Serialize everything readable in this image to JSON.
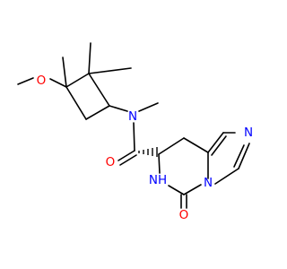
{
  "molecule": {
    "atoms": {
      "o_methoxy": {
        "label": "O",
        "color": "#FF0000"
      },
      "n_amide": {
        "label": "N",
        "color": "#0000FF"
      },
      "o_carbonyl": {
        "label": "O",
        "color": "#FF0000"
      },
      "nh_ring": {
        "label": "NH",
        "color": "#0000FF"
      },
      "n_fused": {
        "label": "N",
        "color": "#0000FF"
      },
      "n_imidazole": {
        "label": "N",
        "color": "#0000FF"
      },
      "o_urea": {
        "label": "O",
        "color": "#FF0000"
      }
    },
    "bond_color": "#000000"
  }
}
